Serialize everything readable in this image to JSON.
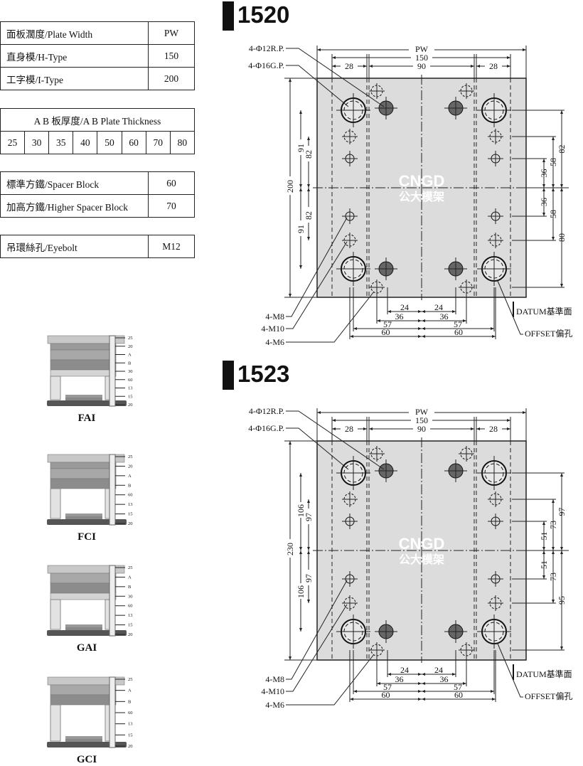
{
  "spec_table": [
    {
      "label": "面板濶度/Plate Width",
      "value": "PW"
    },
    {
      "label": "直身模/H-Type",
      "value": "150"
    },
    {
      "label": "工字模/I-Type",
      "value": "200"
    }
  ],
  "thickness": {
    "title": "A B 板厚度/A B Plate Thickness",
    "values": [
      "25",
      "30",
      "35",
      "40",
      "50",
      "60",
      "70",
      "80"
    ]
  },
  "spacer_table": [
    {
      "label": "標準方鐵/Spacer Block",
      "value": "60"
    },
    {
      "label": "加高方鐵/Higher Spacer Block",
      "value": "70"
    }
  ],
  "eyebolt": {
    "label": "吊環絲孔/Eyebolt",
    "value": "M12"
  },
  "molds": [
    {
      "name": "FAI",
      "labels": [
        "25",
        "20",
        "A",
        "B",
        "30",
        "60",
        "13",
        "15",
        "20"
      ]
    },
    {
      "name": "FCI",
      "labels": [
        "25",
        "20",
        "A",
        "B",
        "60",
        "13",
        "15",
        "20"
      ]
    },
    {
      "name": "GAI",
      "labels": [
        "25",
        "A",
        "B",
        "30",
        "60",
        "13",
        "15",
        "20"
      ]
    },
    {
      "name": "GCI",
      "labels": [
        "25",
        "A",
        "B",
        "60",
        "13",
        "15",
        "20"
      ]
    }
  ],
  "plates": [
    {
      "title": "1520",
      "rp": "4-Φ12R.P.",
      "gp": "4-Φ16G.P.",
      "pw": "PW",
      "w150": "150",
      "d28": "28",
      "d90": "90",
      "height": "200",
      "l_outer": "91",
      "l_inner": "82",
      "r_top": [
        "82",
        "58",
        "36"
      ],
      "r_bot": [
        "36",
        "58",
        "80"
      ],
      "b24": "24",
      "b36": "36",
      "b57": "57",
      "b60": "60",
      "m8": "4-M8",
      "m10": "4-M10",
      "m6": "4-M6",
      "datum": "DATUM基準面",
      "offset": "OFFSET偏孔",
      "logo": "CNGD",
      "logo_cn": "公大模架"
    },
    {
      "title": "1523",
      "rp": "4-Φ12R.P.",
      "gp": "4-Φ16G.P.",
      "pw": "PW",
      "w150": "150",
      "d28": "28",
      "d90": "90",
      "height": "230",
      "l_outer": "106",
      "l_inner": "97",
      "r_top": [
        "97",
        "73",
        "51"
      ],
      "r_bot": [
        "51",
        "73",
        "95"
      ],
      "b24": "24",
      "b36": "36",
      "b57": "57",
      "b60": "60",
      "m8": "4-M8",
      "m10": "4-M10",
      "m6": "4-M6",
      "datum": "DATUM基準面",
      "offset": "OFFSET偏孔",
      "logo": "CNGD",
      "logo_cn": "公大模架"
    }
  ]
}
